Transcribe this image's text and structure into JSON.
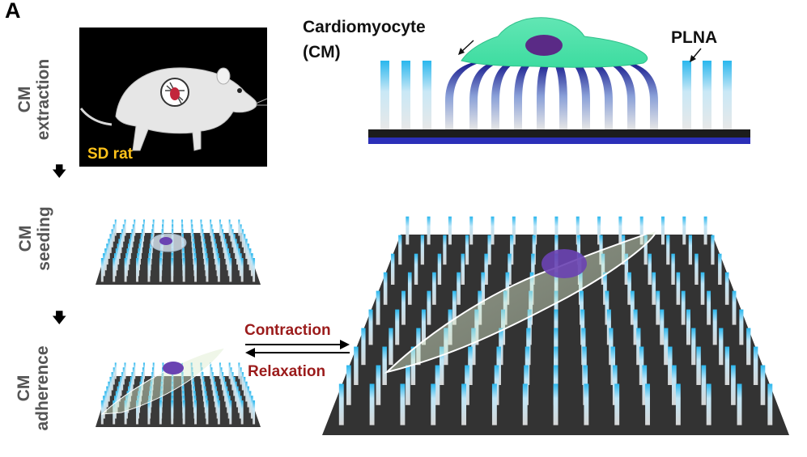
{
  "panel_letter": "A",
  "steps": [
    {
      "line1": "CM",
      "line2": "extraction"
    },
    {
      "line1": "CM",
      "line2": "seeding"
    },
    {
      "line1": "CM",
      "line2": "adherence"
    }
  ],
  "rat_label": "SD rat",
  "cardiomyocyte_label": {
    "line1": "Cardiomyocyte",
    "line2": "(CM)"
  },
  "plna_label": "PLNA",
  "contraction_label": "Contraction",
  "relaxation_label": "Relaxation",
  "colors": {
    "rat_label": "#ffc21a",
    "cell_fill": "#4de3a6",
    "nucleus": "#5a2a86",
    "pillar_tip": "#29b7ee",
    "pillar_bent": "#1a1d8f",
    "substrate": "#1c1c1c",
    "substrate_base": "#2b2fb8",
    "arrow_label": "#9b1b1b"
  }
}
